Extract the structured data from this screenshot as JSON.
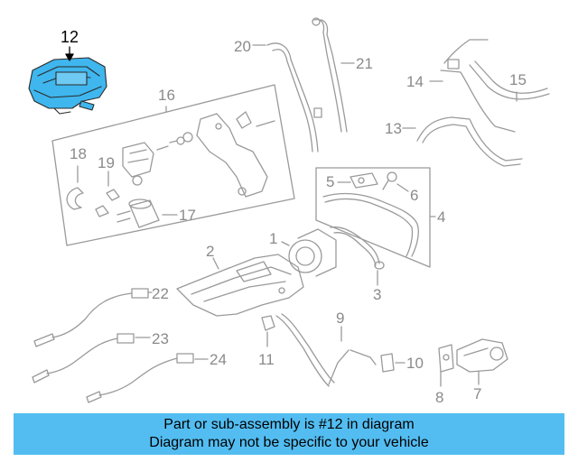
{
  "callouts": {
    "c1": "1",
    "c2": "2",
    "c3": "3",
    "c4": "4",
    "c5": "5",
    "c6": "6",
    "c7": "7",
    "c8": "8",
    "c9": "9",
    "c10": "10",
    "c11": "11",
    "c12": "12",
    "c13": "13",
    "c14": "14",
    "c15": "15",
    "c16": "16",
    "c17": "17",
    "c18": "18",
    "c19": "19",
    "c20": "20",
    "c21": "21",
    "c22": "22",
    "c23": "23",
    "c24": "24"
  },
  "banner": {
    "line1": "Part or sub-assembly is #12 in diagram",
    "line2": "Diagram may not be specific to your vehicle"
  },
  "colors": {
    "highlight_part": "#3fb6ee",
    "banner_bg": "#53bdf1",
    "line_art": "#9a9a9a",
    "callout_focus": "#000000"
  }
}
